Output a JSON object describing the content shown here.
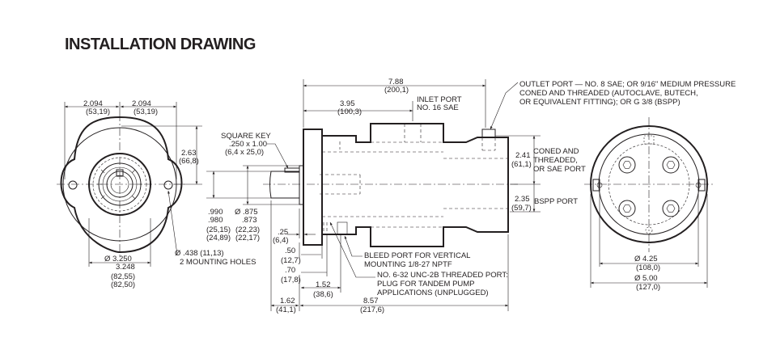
{
  "title": "INSTALLATION DRAWING",
  "front": {
    "w1": "2.094",
    "w1mm": "(53,19)",
    "w2": "2.094",
    "w2mm": "(53,19)",
    "h": "2.63",
    "hmm": "(66,8)",
    "bc": "Ø 3.250",
    "bc2": "3.248",
    "bcmm1": "(82,55)",
    "bcmm2": "(82,50)",
    "holes1": "Ø .438 (11,13)",
    "holes2": "2 MOUNTING HOLES"
  },
  "side": {
    "overall": "7.88",
    "overall_mm": "(200,1)",
    "inlet_dist": "3.95",
    "inlet_dist_mm": "(100,3)",
    "inlet1": "INLET PORT",
    "inlet2": "NO. 16 SAE",
    "outlet1": "OUTLET PORT — NO. 8 SAE; OR 9/16\" MEDIUM PRESSURE",
    "outlet2": "CONED AND THREADED (AUTOCLAVE, BUTECH,",
    "outlet3": "OR EQUIVALENT FITTING); OR G 3/8 (BSPP)",
    "key1": "SQUARE KEY",
    "key2": ".250 x 1.00",
    "key3": "(6,4 x 25,0)",
    "shaft1": ".990",
    "shaft2": ".980",
    "shaftmm1": "(25,15)",
    "shaftmm2": "(24,89)",
    "pilot1": "Ø .875",
    "pilot2": ".873",
    "pilotmm1": "(22,23)",
    "pilotmm2": "(22,17)",
    "p25": ".25",
    "p25mm": "(6,4)",
    "p50": ".50",
    "p50mm": "(12,7)",
    "p70": ".70",
    "p70mm": "(17,8)",
    "p152": "1.52",
    "p152mm": "(38,6)",
    "p162": "1.62",
    "p162mm": "(41,1)",
    "p857": "8.57",
    "p857mm": "(217,6)",
    "bleed1": "BLEED PORT FOR VERTICAL",
    "bleed2": "MOUNTING 1/8-27 NPTF",
    "tandem1": "NO. 6-32 UNC-2B THREADED PORT:",
    "tandem2": "PLUG FOR TANDEM PUMP",
    "tandem3": "APPLICATIONS (UNPLUGGED)",
    "h241": "2.41",
    "h241mm": "(61,1)",
    "coned1": "CONED AND",
    "coned2": "THREADED,",
    "coned3": "OR SAE PORT",
    "h235": "2.35",
    "h235mm": "(59,7)",
    "bspp": "BSPP PORT"
  },
  "rear": {
    "d1": "Ø 4.25",
    "d1mm": "(108,0)",
    "d2": "Ø 5.00",
    "d2mm": "(127,0)"
  }
}
